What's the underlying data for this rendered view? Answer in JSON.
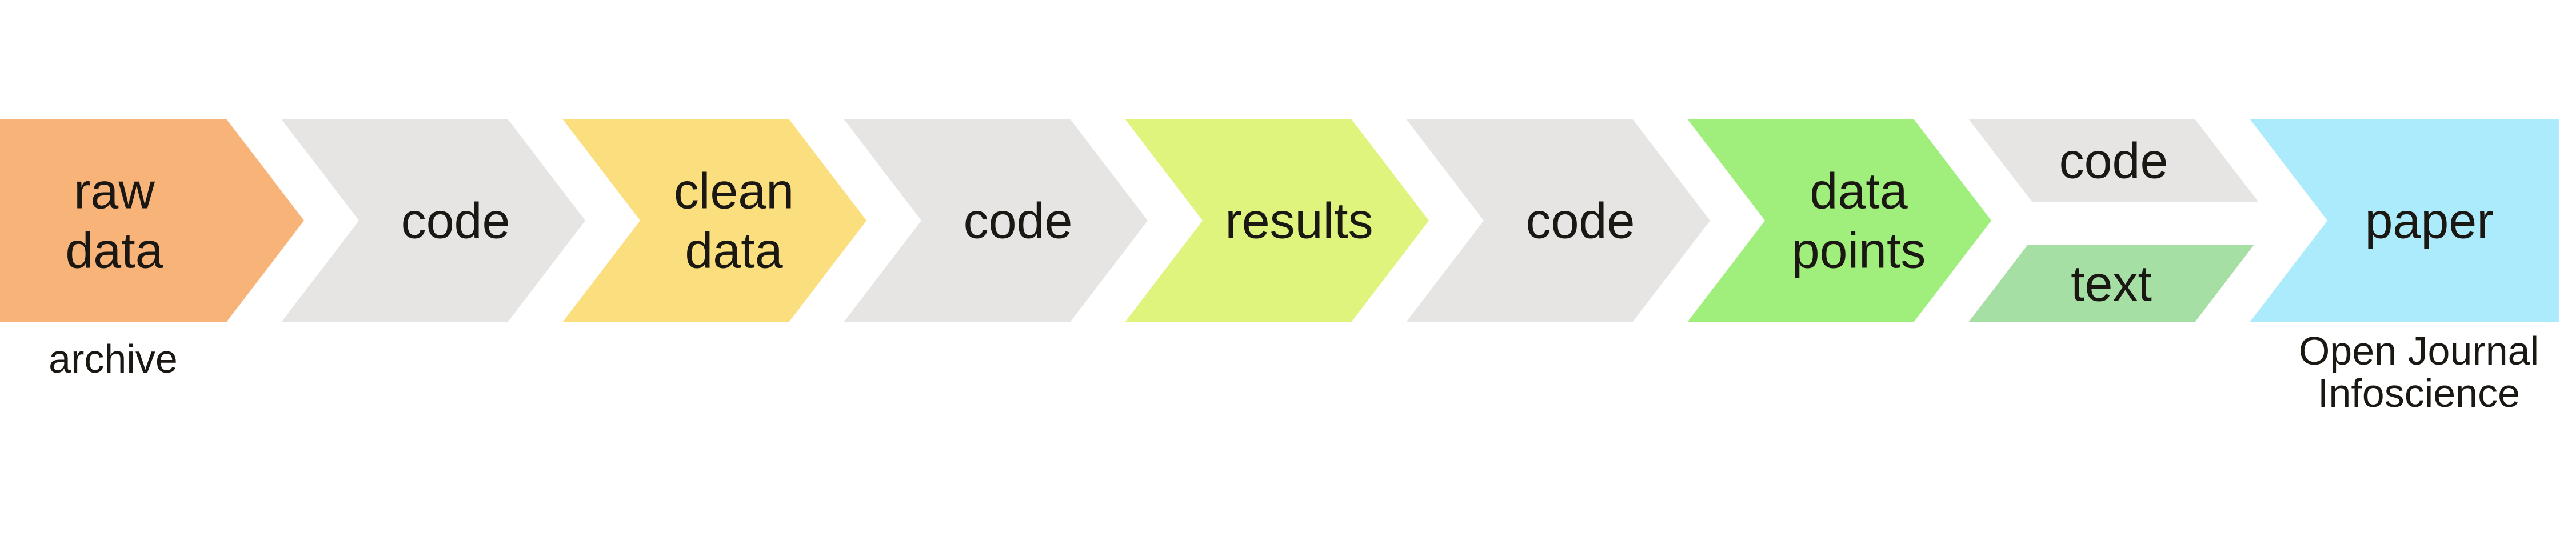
{
  "diagram": {
    "type": "flow-chevron-pipeline",
    "background": "#FFFFFF",
    "text_color": "#1B1814",
    "steps": [
      {
        "id": "raw-data",
        "label": "raw data",
        "lines": [
          "raw",
          "data"
        ],
        "color": "#F8B378",
        "annotation": "archive"
      },
      {
        "id": "code-1",
        "label": "code",
        "lines": [
          "code"
        ],
        "color": "#E6E5E3"
      },
      {
        "id": "clean-data",
        "label": "clean data",
        "lines": [
          "clean",
          "data"
        ],
        "color": "#FBDF7E"
      },
      {
        "id": "code-2",
        "label": "code",
        "lines": [
          "code"
        ],
        "color": "#E6E5E3"
      },
      {
        "id": "results",
        "label": "results",
        "lines": [
          "results"
        ],
        "color": "#DFF47D"
      },
      {
        "id": "code-3",
        "label": "code",
        "lines": [
          "code"
        ],
        "color": "#E6E5E3"
      },
      {
        "id": "data-points",
        "label": "data points",
        "lines": [
          "data",
          "points"
        ],
        "color": "#A0EE7C"
      },
      {
        "id": "code-branch",
        "label": "code",
        "lines": [
          "code"
        ],
        "color": "#E6E5E3"
      },
      {
        "id": "text-branch",
        "label": "text",
        "lines": [
          "text"
        ],
        "color": "#A6DFA4"
      },
      {
        "id": "paper",
        "label": "paper",
        "lines": [
          "paper"
        ],
        "color": "#ABEBFC",
        "annotation": "Open Journal Infoscience",
        "annotation_lines": [
          "Open Journal",
          "Infoscience"
        ]
      }
    ]
  }
}
